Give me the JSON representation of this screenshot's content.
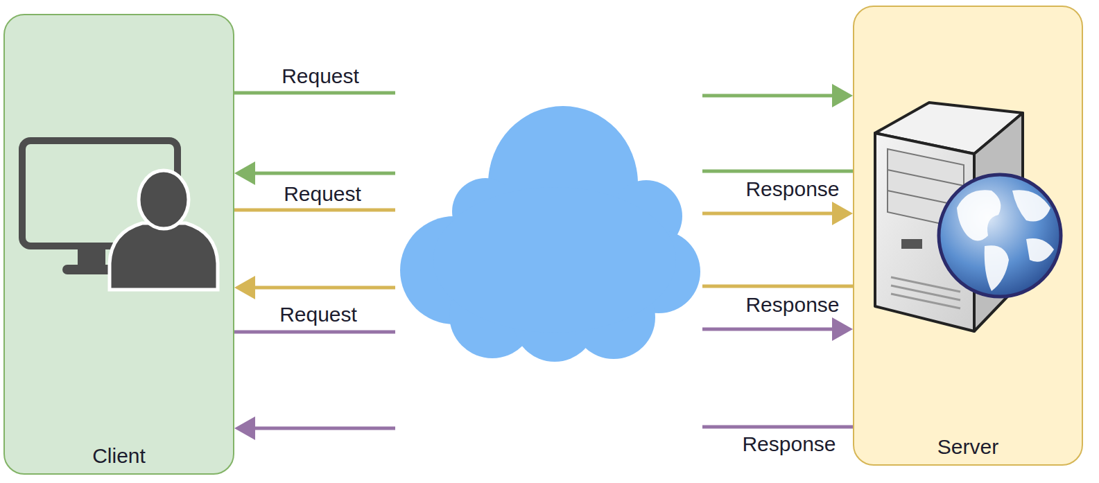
{
  "diagram": {
    "nodes": [
      {
        "text": [
          "Client"
        ]
      },
      {
        "text": [
          "Server"
        ]
      }
    ],
    "edges": [
      {
        "from": 0,
        "to": 1,
        "label": "Request",
        "arrow": "to"
      },
      {
        "from": 1,
        "to": 0,
        "label": "Response",
        "arrow": "to"
      },
      {
        "from": 0,
        "to": 1,
        "label": "Request",
        "arrow": "to"
      },
      {
        "from": 1,
        "to": 0,
        "label": "Response",
        "arrow": "to"
      },
      {
        "from": 0,
        "to": 1,
        "label": "Request",
        "arrow": "to"
      },
      {
        "from": 1,
        "to": 0,
        "label": "Response",
        "arrow": "to"
      }
    ]
  }
}
